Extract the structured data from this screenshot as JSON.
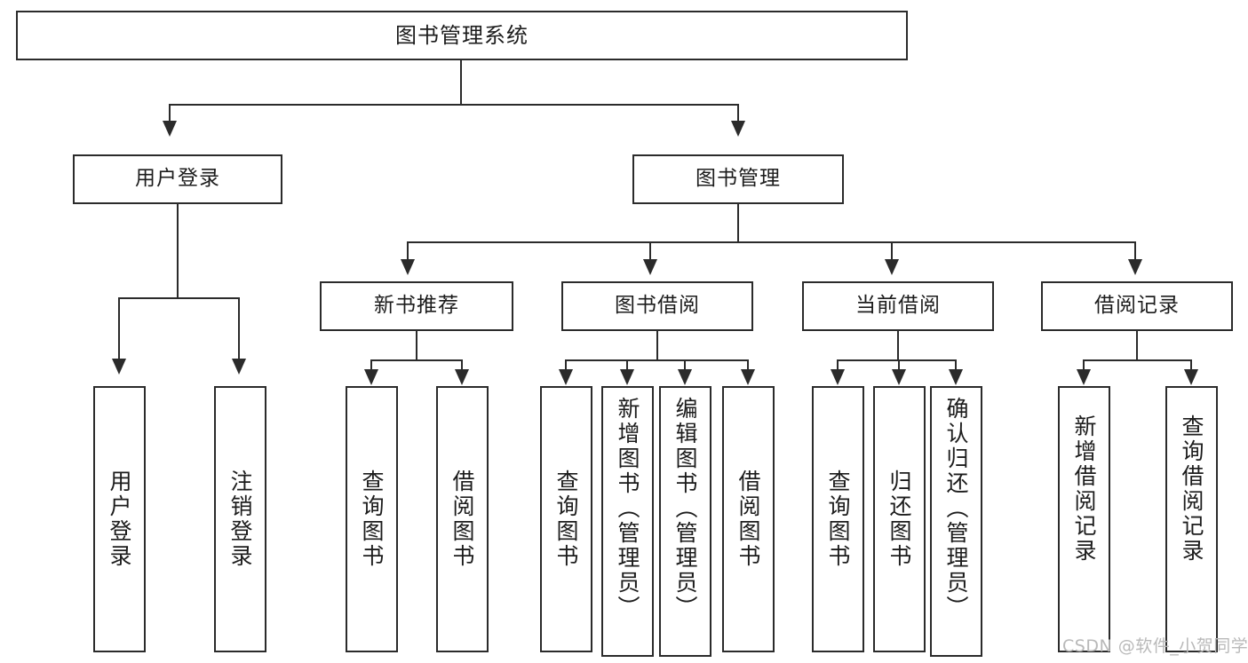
{
  "diagram": {
    "type": "tree",
    "title": "图书管理系统",
    "root": {
      "label": "图书管理系统"
    },
    "level1": [
      {
        "label": "用户登录"
      },
      {
        "label": "图书管理"
      }
    ],
    "level2": [
      {
        "label": "新书推荐"
      },
      {
        "label": "图书借阅"
      },
      {
        "label": "当前借阅"
      },
      {
        "label": "借阅记录"
      }
    ],
    "leaves": {
      "user_login": [
        {
          "label": "用户登录"
        },
        {
          "label": "注销登录"
        }
      ],
      "new_book_recommend": [
        {
          "label": "查询图书"
        },
        {
          "label": "借阅图书"
        }
      ],
      "book_borrow": [
        {
          "label": "查询图书"
        },
        {
          "label": "新增图书（管理员）"
        },
        {
          "label": "编辑图书（管理员）"
        },
        {
          "label": "借阅图书"
        }
      ],
      "current_borrow": [
        {
          "label": "查询图书"
        },
        {
          "label": "归还图书"
        },
        {
          "label": "确认归还（管理员）"
        }
      ],
      "borrow_record": [
        {
          "label": "新增借阅记录"
        },
        {
          "label": "查询借阅记录"
        }
      ]
    }
  },
  "watermark": {
    "text": "CSDN @软件_小贺同学"
  },
  "colors": {
    "stroke": "#2b2b2b",
    "background": "#ffffff",
    "text": "#1c1c1c",
    "watermark": "#b9b9b9"
  }
}
